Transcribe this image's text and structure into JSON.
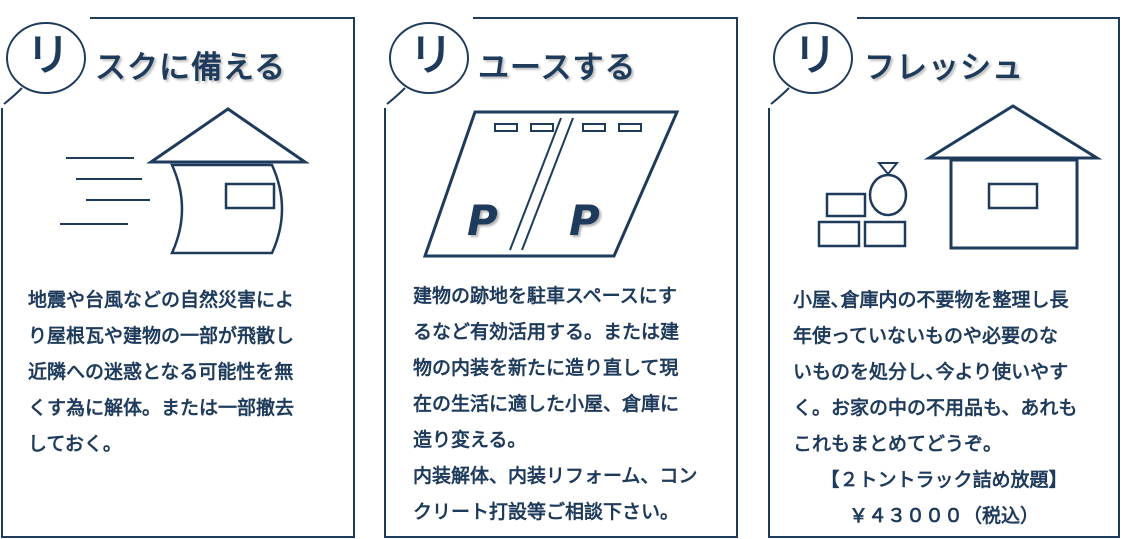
{
  "colors": {
    "navy": "#1f3b5c",
    "background": "#ffffff"
  },
  "cards": [
    {
      "badge": "リ",
      "title": "スクに備える",
      "icon": "house-with-wind-icon",
      "body": [
        "地震や台風などの自然災害によ",
        "り屋根瓦や建物の一部が飛散し",
        "近隣への迷惑となる可能性を無",
        "くす為に解体。または一部撤去",
        "しておく。"
      ]
    },
    {
      "badge": "リ",
      "title": "ユースする",
      "icon": "parking-lot-icon",
      "parking_marks": [
        "P",
        "P"
      ],
      "body": [
        "建物の跡地を駐車スペースにす",
        "るなど有効活用する。または建",
        "物の内装を新たに造り直して現",
        "在の生活に適した小屋、倉庫に",
        "造り変える。",
        "内装解体、内装リフォーム、コン",
        "クリート打設等ご相談下さい。"
      ]
    },
    {
      "badge": "リ",
      "title": "フレッシュ",
      "icon": "house-with-boxes-icon",
      "body": [
        "小屋､倉庫内の不要物を整理し長",
        "年使っていないものや必要のな",
        "いものを処分し､今より使いやす",
        "く。お家の中の不用品も、あれも",
        "これもまとめてどうぞ。"
      ],
      "offer_title": "【２トントラック詰め放題】",
      "offer_price": "￥４３０００（税込）"
    }
  ]
}
